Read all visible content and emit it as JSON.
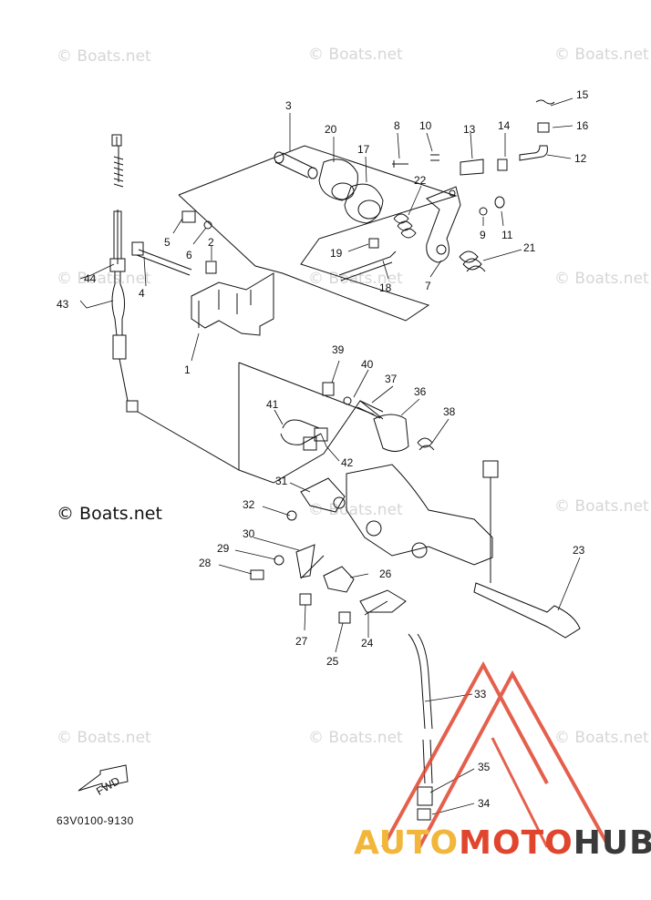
{
  "watermark": "© Boats.net",
  "copyright": "© Boats.net",
  "diagram_code": "63V0100-9130",
  "fwd_label": "FWD",
  "brand": {
    "part1": "AUTO",
    "part2": "MOTO",
    "part3": "HUB",
    "colors": {
      "yellow": "#f1b63a",
      "red": "#e0452e",
      "dark": "#3a3a3a"
    }
  },
  "callouts": [
    "1",
    "2",
    "3",
    "4",
    "5",
    "6",
    "7",
    "8",
    "9",
    "10",
    "11",
    "12",
    "13",
    "14",
    "15",
    "16",
    "17",
    "18",
    "19",
    "20",
    "21",
    "22",
    "23",
    "24",
    "25",
    "26",
    "27",
    "28",
    "29",
    "30",
    "31",
    "32",
    "33",
    "34",
    "35",
    "36",
    "37",
    "38",
    "39",
    "40",
    "41",
    "42",
    "43",
    "44"
  ]
}
